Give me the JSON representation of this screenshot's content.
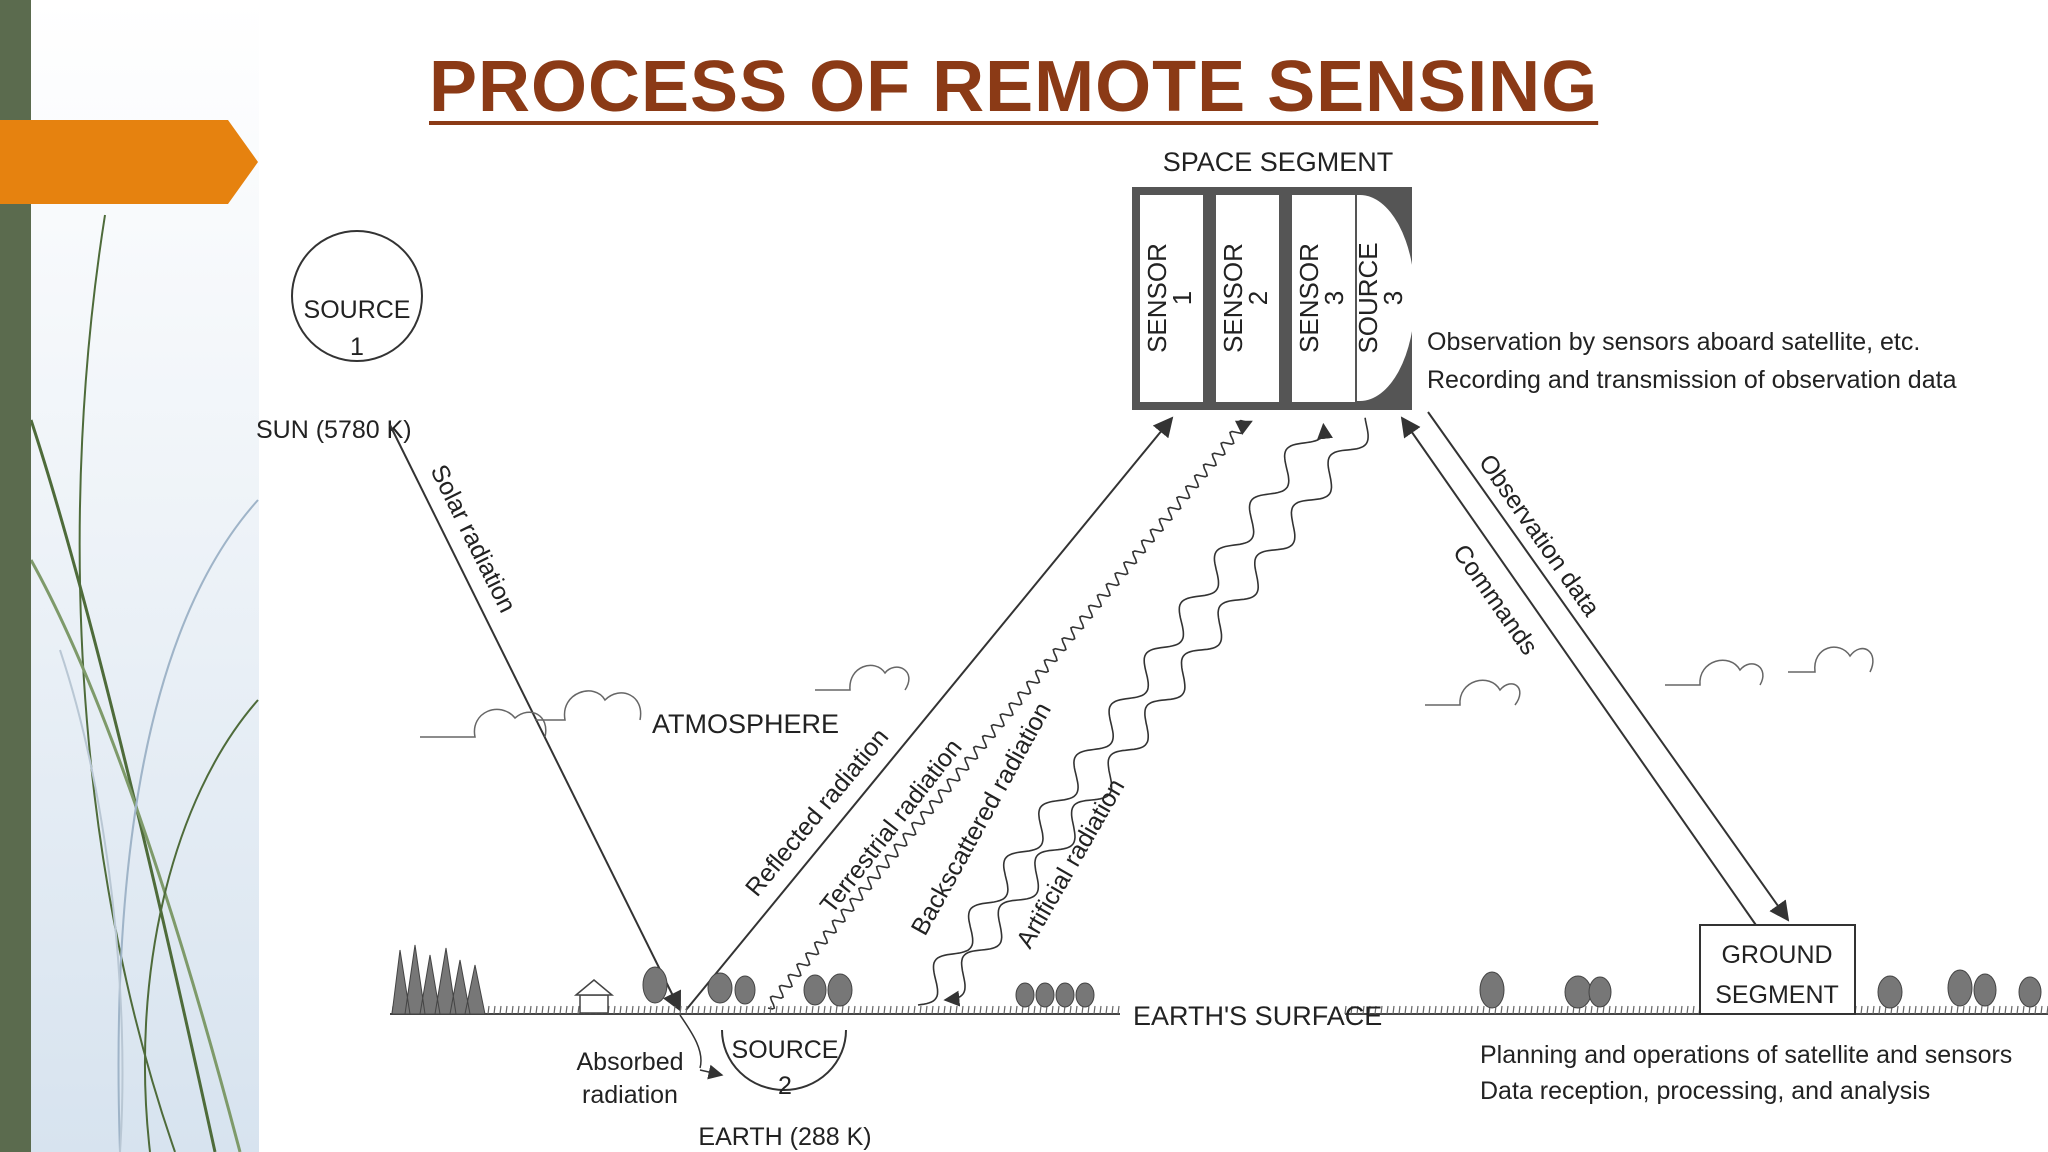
{
  "slide_title": "PROCESS OF REMOTE SENSING",
  "colors": {
    "title": "#8b3a16",
    "accent_tab": "#e6820f",
    "side_bar": "#5b6b4e",
    "line": "#333333"
  },
  "diagram": {
    "space_segment": {
      "heading": "SPACE SEGMENT",
      "sensors": [
        {
          "line1": "SENSOR",
          "line2": "1"
        },
        {
          "line1": "SENSOR",
          "line2": "2"
        },
        {
          "line1": "SENSOR",
          "line2": "3"
        },
        {
          "line1": "SOURCE",
          "line2": "3"
        }
      ],
      "note_line1": "Observation by sensors aboard satellite, etc.",
      "note_line2": "Recording and transmission of observation data"
    },
    "source1": {
      "line1": "SOURCE",
      "line2": "1",
      "caption": "SUN (5780 K)"
    },
    "source2": {
      "line1": "SOURCE",
      "line2": "2",
      "caption": "EARTH (288 K)"
    },
    "atmosphere": "ATMOSPHERE",
    "earth_surface": "EARTH'S SURFACE",
    "absorbed": {
      "line1": "Absorbed",
      "line2": "radiation"
    },
    "radiation_labels": {
      "solar": "Solar radiation",
      "reflected": "Reflected radiation",
      "terrestrial": "Terrestrial radiation",
      "backscattered": "Backscattered radiation",
      "artificial": "Artificial radiation",
      "observation_data": "Observation data",
      "commands": "Commands"
    },
    "ground_segment": {
      "line1": "GROUND",
      "line2": "SEGMENT",
      "note_line1": "Planning and operations of satellite and sensors",
      "note_line2": "Data reception, processing, and analysis"
    }
  }
}
